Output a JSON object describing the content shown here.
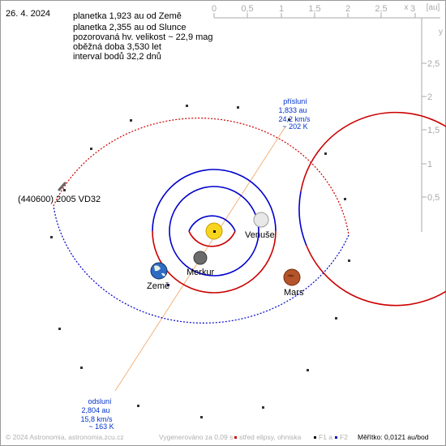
{
  "header": {
    "date": "26. 4. 2024",
    "info_lines": [
      "planetka 1,923 au od Země",
      "planetka 2,355 au od Slunce",
      "pozorovaná hv. velikost ~ 22,9 mag",
      "oběžná doba 3,530 let",
      "interval bodů 32,2 dnů"
    ]
  },
  "axes": {
    "x_label": "x",
    "unit_label": "[au]",
    "x_ticks": [
      "0",
      "0,5",
      "1",
      "1,5",
      "2",
      "2,5",
      "3"
    ],
    "y_label": "y",
    "y_ticks": [
      "0,5",
      "1",
      "1,5",
      "2",
      "2,5"
    ]
  },
  "bodies": {
    "asteroid": "(440600) 2005 VD32",
    "venus": "Venuše",
    "mercury": "Merkur",
    "earth": "Země",
    "mars": "Mars"
  },
  "perihelion": {
    "title": "přísluní",
    "distance": "1,833 au",
    "speed": "24,2 km/s",
    "temp": "~ 202 K"
  },
  "aphelion": {
    "title": "odsluní",
    "distance": "2,804 au",
    "speed": "15,8 km/s",
    "temp": "~ 163 K"
  },
  "footer": {
    "copyright": "© 2024 Astronomia, astronomia.zcu.cz",
    "generated": "Vygenerováno za 0,09 s",
    "legend_center": "střed elipsy, ohniska",
    "legend_f1": "F1 a",
    "legend_f2": "F2",
    "scale": "Měřítko: 0,0121 au/bod"
  },
  "colors": {
    "orbit_blue": "#0000cc",
    "orbit_red": "#cc0000",
    "text_blue": "#0033cc",
    "axis_gray": "#aaaaaa",
    "apsis_line": "#f4b27a"
  }
}
